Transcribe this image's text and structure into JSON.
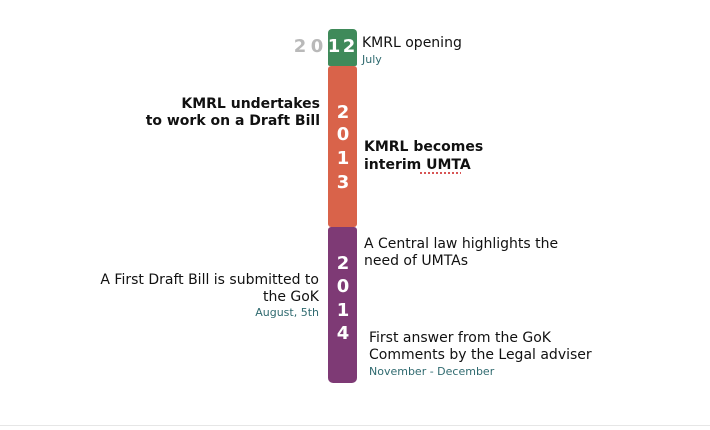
{
  "timeline": {
    "y2012": {
      "digits_grey": [
        "2",
        "0"
      ],
      "digits_bar": [
        "1",
        "2"
      ],
      "events": [
        {
          "title": "KMRL opening",
          "date": "July"
        }
      ]
    },
    "y2013": {
      "digits_bar": [
        "2",
        "0",
        "1",
        "3"
      ],
      "events": [
        {
          "title_lines": [
            "KMRL undertakes",
            "to work on a Draft Bill"
          ]
        },
        {
          "title_lines": [
            "KMRL becomes",
            "interim UMTA"
          ]
        }
      ]
    },
    "y2014": {
      "digits_bar": [
        "2",
        "0",
        "1",
        "4"
      ],
      "events": [
        {
          "title_lines": [
            "A Central law highlights the",
            "need of UMTAs"
          ]
        },
        {
          "title_lines": [
            "A First Draft Bill is submitted to",
            "the GoK"
          ],
          "date": "August, 5th"
        },
        {
          "title_lines": [
            "First answer from the GoK",
            "Comments by the Legal adviser"
          ],
          "date": "November - December"
        }
      ]
    }
  },
  "colors": {
    "y2012": "#3f8a5a",
    "y2013": "#d9634a",
    "y2014": "#7e3a75",
    "date_text": "#2f6a6f",
    "grey_digits": "#b9b9b9"
  }
}
